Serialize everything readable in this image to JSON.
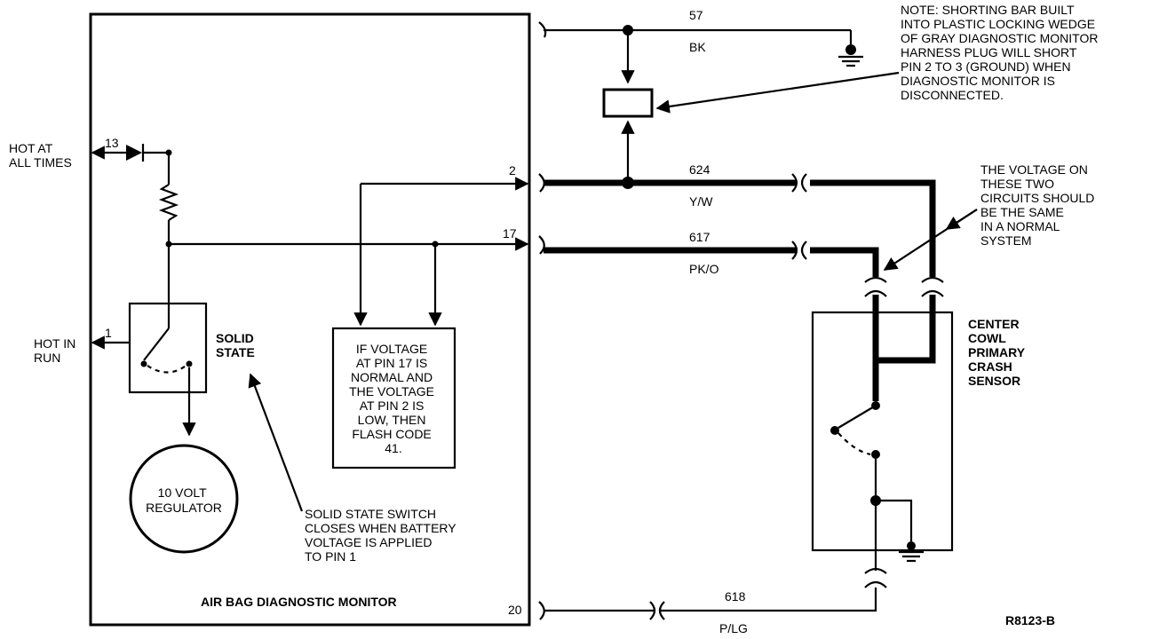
{
  "monitor": {
    "title": "AIR BAG DIAGNOSTIC MONITOR",
    "hot_at_all_times": [
      "HOT AT",
      "ALL TIMES"
    ],
    "hot_in_run": [
      "HOT IN",
      "RUN"
    ],
    "solid_state": [
      "SOLID",
      "STATE"
    ],
    "regulator": [
      "10 VOLT",
      "REGULATOR"
    ],
    "solid_state_note": [
      "SOLID STATE SWITCH",
      "CLOSES WHEN BATTERY",
      "VOLTAGE IS APPLIED",
      "TO PIN 1"
    ],
    "flash_code_box": [
      "IF VOLTAGE",
      "AT PIN 17 IS",
      "NORMAL AND",
      "THE VOLTAGE",
      "AT PIN 2 IS",
      "LOW, THEN",
      "FLASH CODE",
      "41."
    ]
  },
  "pins": {
    "p13": "13",
    "p1": "1",
    "p2": "2",
    "p17": "17",
    "p20": "20"
  },
  "circuits": {
    "c57": {
      "number": "57",
      "color": "BK"
    },
    "c624": {
      "number": "624",
      "color": "Y/W"
    },
    "c617": {
      "number": "617",
      "color": "PK/O"
    },
    "c618": {
      "number": "618",
      "color": "P/LG"
    }
  },
  "shorting_note": [
    "NOTE: SHORTING BAR BUILT",
    "INTO PLASTIC LOCKING WEDGE",
    "OF GRAY DIAGNOSTIC MONITOR",
    "HARNESS PLUG WILL SHORT",
    "PIN 2 TO 3 (GROUND) WHEN",
    "DIAGNOSTIC MONITOR IS",
    "DISCONNECTED."
  ],
  "voltage_note": [
    "THE VOLTAGE ON",
    "THESE TWO",
    "CIRCUITS SHOULD",
    "BE THE SAME",
    "IN A NORMAL",
    "SYSTEM"
  ],
  "sensor": [
    "CENTER",
    "COWL",
    "PRIMARY",
    "CRASH",
    "SENSOR"
  ],
  "figure_id": "R8123-B",
  "icons": [
    "diode-icon",
    "resistor-icon",
    "ground-icon",
    "switch-icon",
    "connector-icon",
    "shorting-bar-icon"
  ]
}
